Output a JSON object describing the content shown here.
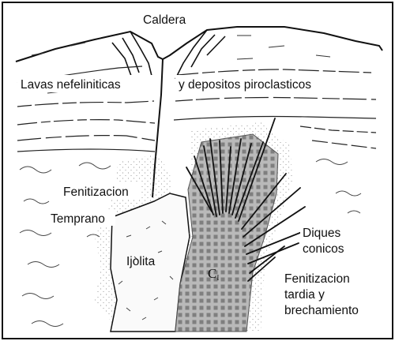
{
  "labels": {
    "caldera": "Caldera",
    "lavas": "Lavas nefeliniticas",
    "depositos": "y depositos piroclasticos",
    "fenitizacion_temprana_1": "Fenitizacion",
    "fenitizacion_temprana_2": "Temprano",
    "ijolita": "Ijolita",
    "carbonatite_main": "C",
    "carbonatite_sub": "I",
    "diques_1": "Diques",
    "diques_2": "conicos",
    "fenitizacion_tardia_1": "Fenitizacion",
    "fenitizacion_tardia_2": "tardia y",
    "fenitizacion_tardia_3": "brechamiento"
  },
  "style": {
    "ink": "#111111",
    "stipple": "#6e6e6e",
    "core_fill": "#9a9a9a"
  }
}
